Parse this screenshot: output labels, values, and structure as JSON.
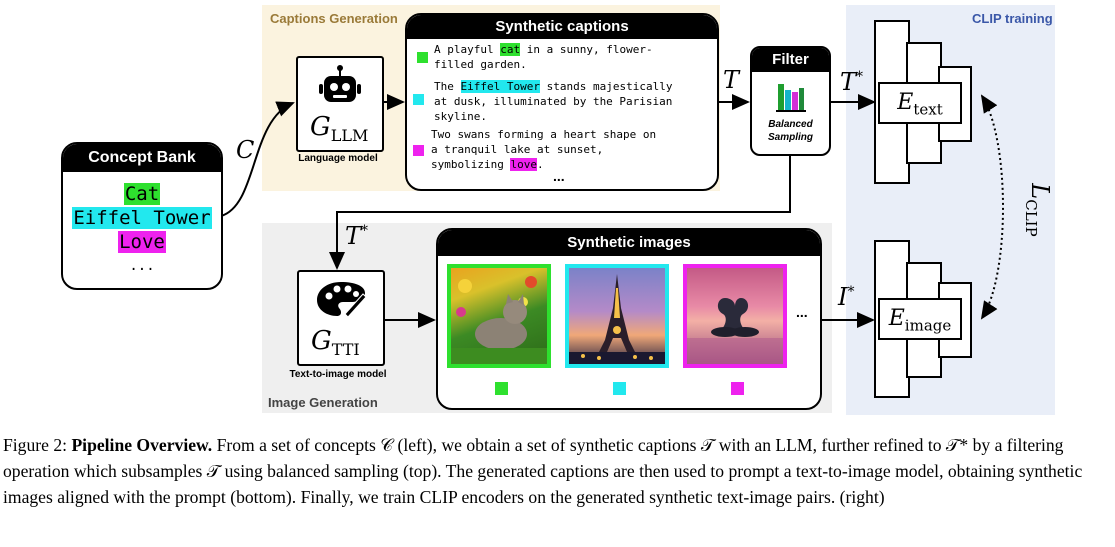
{
  "regions": {
    "captions_generation": "Captions Generation",
    "image_generation": "Image Generation",
    "clip_training": "CLIP training"
  },
  "concept_bank": {
    "title": "Concept Bank",
    "concepts": [
      {
        "text": "Cat",
        "color": "#2ee02e"
      },
      {
        "text": "Eiffel Tower",
        "color": "#22e8ee"
      },
      {
        "text": "Love",
        "color": "#ee22ee"
      }
    ],
    "ellipsis": "..."
  },
  "llm": {
    "symbol": "G",
    "subscript": "LLM",
    "label": "Language model",
    "icon": "robot-icon"
  },
  "tti": {
    "symbol": "G",
    "subscript": "TTI",
    "label": "Text-to-image model",
    "icon": "palette-icon"
  },
  "synthetic_captions": {
    "title": "Synthetic captions",
    "items": [
      {
        "pre": "A playful ",
        "hl": "cat",
        "post1": " in a sunny, flower-",
        "line2": "filled garden.",
        "line3": "",
        "color": "#2ee02e"
      },
      {
        "pre": "The ",
        "hl": "Eiffel Tower",
        "post1": " stands majestically",
        "line2": "at dusk, illuminated by the Parisian",
        "line3": "skyline.",
        "color": "#22e8ee"
      },
      {
        "pre": "Two swans forming a heart shape on",
        "hl": "",
        "post1": "",
        "line2": "a tranquil lake at sunset,",
        "line3_pre": "symbolizing ",
        "line3_hl": "love",
        "line3_post": ".",
        "color": "#ee22ee"
      }
    ],
    "ellipsis": "..."
  },
  "filter": {
    "title": "Filter",
    "label_line1": "Balanced",
    "label_line2": "Sampling",
    "icon": "bar-chart-icon"
  },
  "synthetic_images": {
    "title": "Synthetic images",
    "items": [
      {
        "name": "cat-in-garden",
        "color": "#2ee02e"
      },
      {
        "name": "eiffel-tower-dusk",
        "color": "#22e8ee"
      },
      {
        "name": "swans-heart-sunset",
        "color": "#ee22ee"
      }
    ],
    "ellipsis": "..."
  },
  "flow_labels": {
    "concepts": "C",
    "captions": "T",
    "filtered_captions": "T",
    "filtered_captions_sup": "*",
    "images": "I",
    "images_sup": "*"
  },
  "encoders": {
    "text_symbol": "E",
    "text_sub": "text",
    "image_symbol": "E",
    "image_sub": "image",
    "loss_symbol": "L",
    "loss_sub": "CLIP"
  },
  "figure_caption": {
    "label": "Figure 2:",
    "bold": "Pipeline Overview.",
    "text": "From a set of concepts 𝒞 (left), we obtain a set of synthetic captions 𝒯 with an LLM, further refined to 𝒯* by a filtering operation which subsamples 𝒯 using balanced sampling (top). The generated captions are then used to prompt a text-to-image model, obtaining synthetic images aligned with the prompt (bottom). Finally, we train CLIP encoders on the generated synthetic text-image pairs. (right)"
  }
}
